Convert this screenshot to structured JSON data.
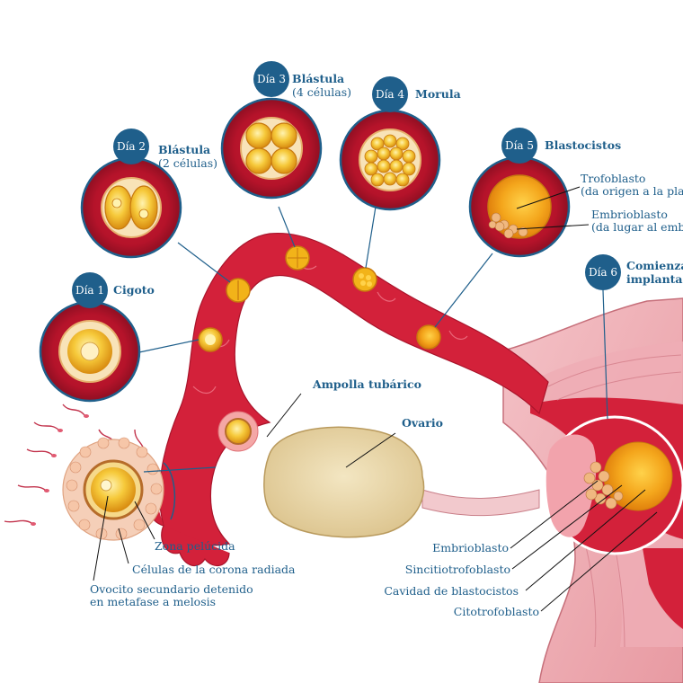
{
  "stages": {
    "d1": {
      "day": "Día 1",
      "title": "Cigoto"
    },
    "d2": {
      "day": "Día 2",
      "title": "Blástula",
      "sub": "(2 células)"
    },
    "d3": {
      "day": "Día 3",
      "title": "Blástula",
      "sub": "(4 células)"
    },
    "d4": {
      "day": "Día 4",
      "title": "Morula"
    },
    "d5": {
      "day": "Día 5",
      "title": "Blastocistos",
      "labels": [
        "Trofoblasto",
        "(da origen a la placenta)",
        "Embrioblasto",
        "(da lugar al embrión)"
      ]
    },
    "d6": {
      "day": "Día 6",
      "title_1": "Comienza la",
      "title_2": "implantación"
    }
  },
  "anatomy": {
    "ampolla": "Ampolla tubárico",
    "ovario": "Ovario"
  },
  "oocyte_labels": {
    "zona": "Zona pelúcida",
    "corona": "Células de la corona radiada",
    "ovocito_1": "Ovocito secundario detenido",
    "ovocito_2": "en metafase a melosis"
  },
  "implantation_labels": {
    "embrioblasto": "Embrioblasto",
    "sincitio": "Sincitiotrofoblasto",
    "cavidad": "Cavidad de blastocistos",
    "citotrofo": "Citotrofoblasto"
  },
  "colors": {
    "tube_red": "#d3213a",
    "ovary": "#e9d7a8",
    "circle_blue": "#1f5f8b",
    "label_blue": "#1f5f8b",
    "yolk": "#f2b319"
  }
}
